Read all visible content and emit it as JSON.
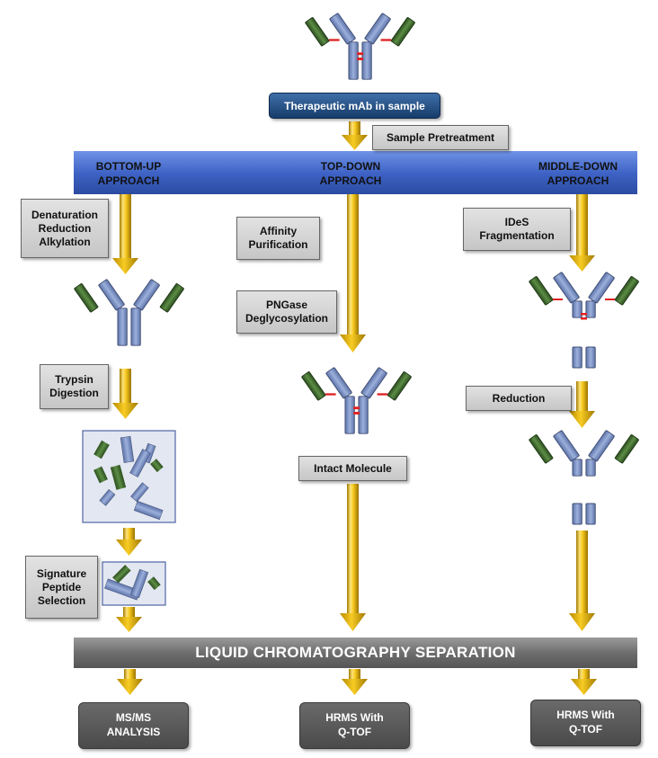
{
  "top": {
    "label": "Therapeutic mAb in sample"
  },
  "pretreatment": {
    "label": "Sample Pretreatment"
  },
  "approaches": {
    "bottom_up": "BOTTOM-UP\nAPPROACH",
    "top_down": "TOP-DOWN\nAPPROACH",
    "middle_down": "MIDDLE-DOWN\nAPPROACH"
  },
  "bottom_up_steps": {
    "denaturation": "Denaturation\nReduction\nAlkylation",
    "trypsin": "Trypsin\nDigestion",
    "signature": "Signature\nPeptide\nSelection"
  },
  "top_down_steps": {
    "affinity": "Affinity\nPurification",
    "pngase": "PNGase\nDeglycosylation",
    "intact": "Intact Molecule"
  },
  "middle_down_steps": {
    "ides": "IDeS\nFragmentation",
    "reduction": "Reduction"
  },
  "lc_bar": {
    "label": "LIQUID CHROMATOGRAPHY SEPARATION"
  },
  "outputs": {
    "msms": "MS/MS\nANALYSIS",
    "hrms_center": "HRMS With\nQ-TOF",
    "hrms_right": "HRMS With\nQ-TOF"
  },
  "colors": {
    "heavy_chain": "#7f93c2",
    "light_chain": "#3f6a2e",
    "disulfide": "#e02020",
    "arrow": "#e2b10b",
    "approach_bar": "#3f64c6",
    "lc_bar": "#7a7a7a",
    "header_box": "#1f4c80"
  }
}
